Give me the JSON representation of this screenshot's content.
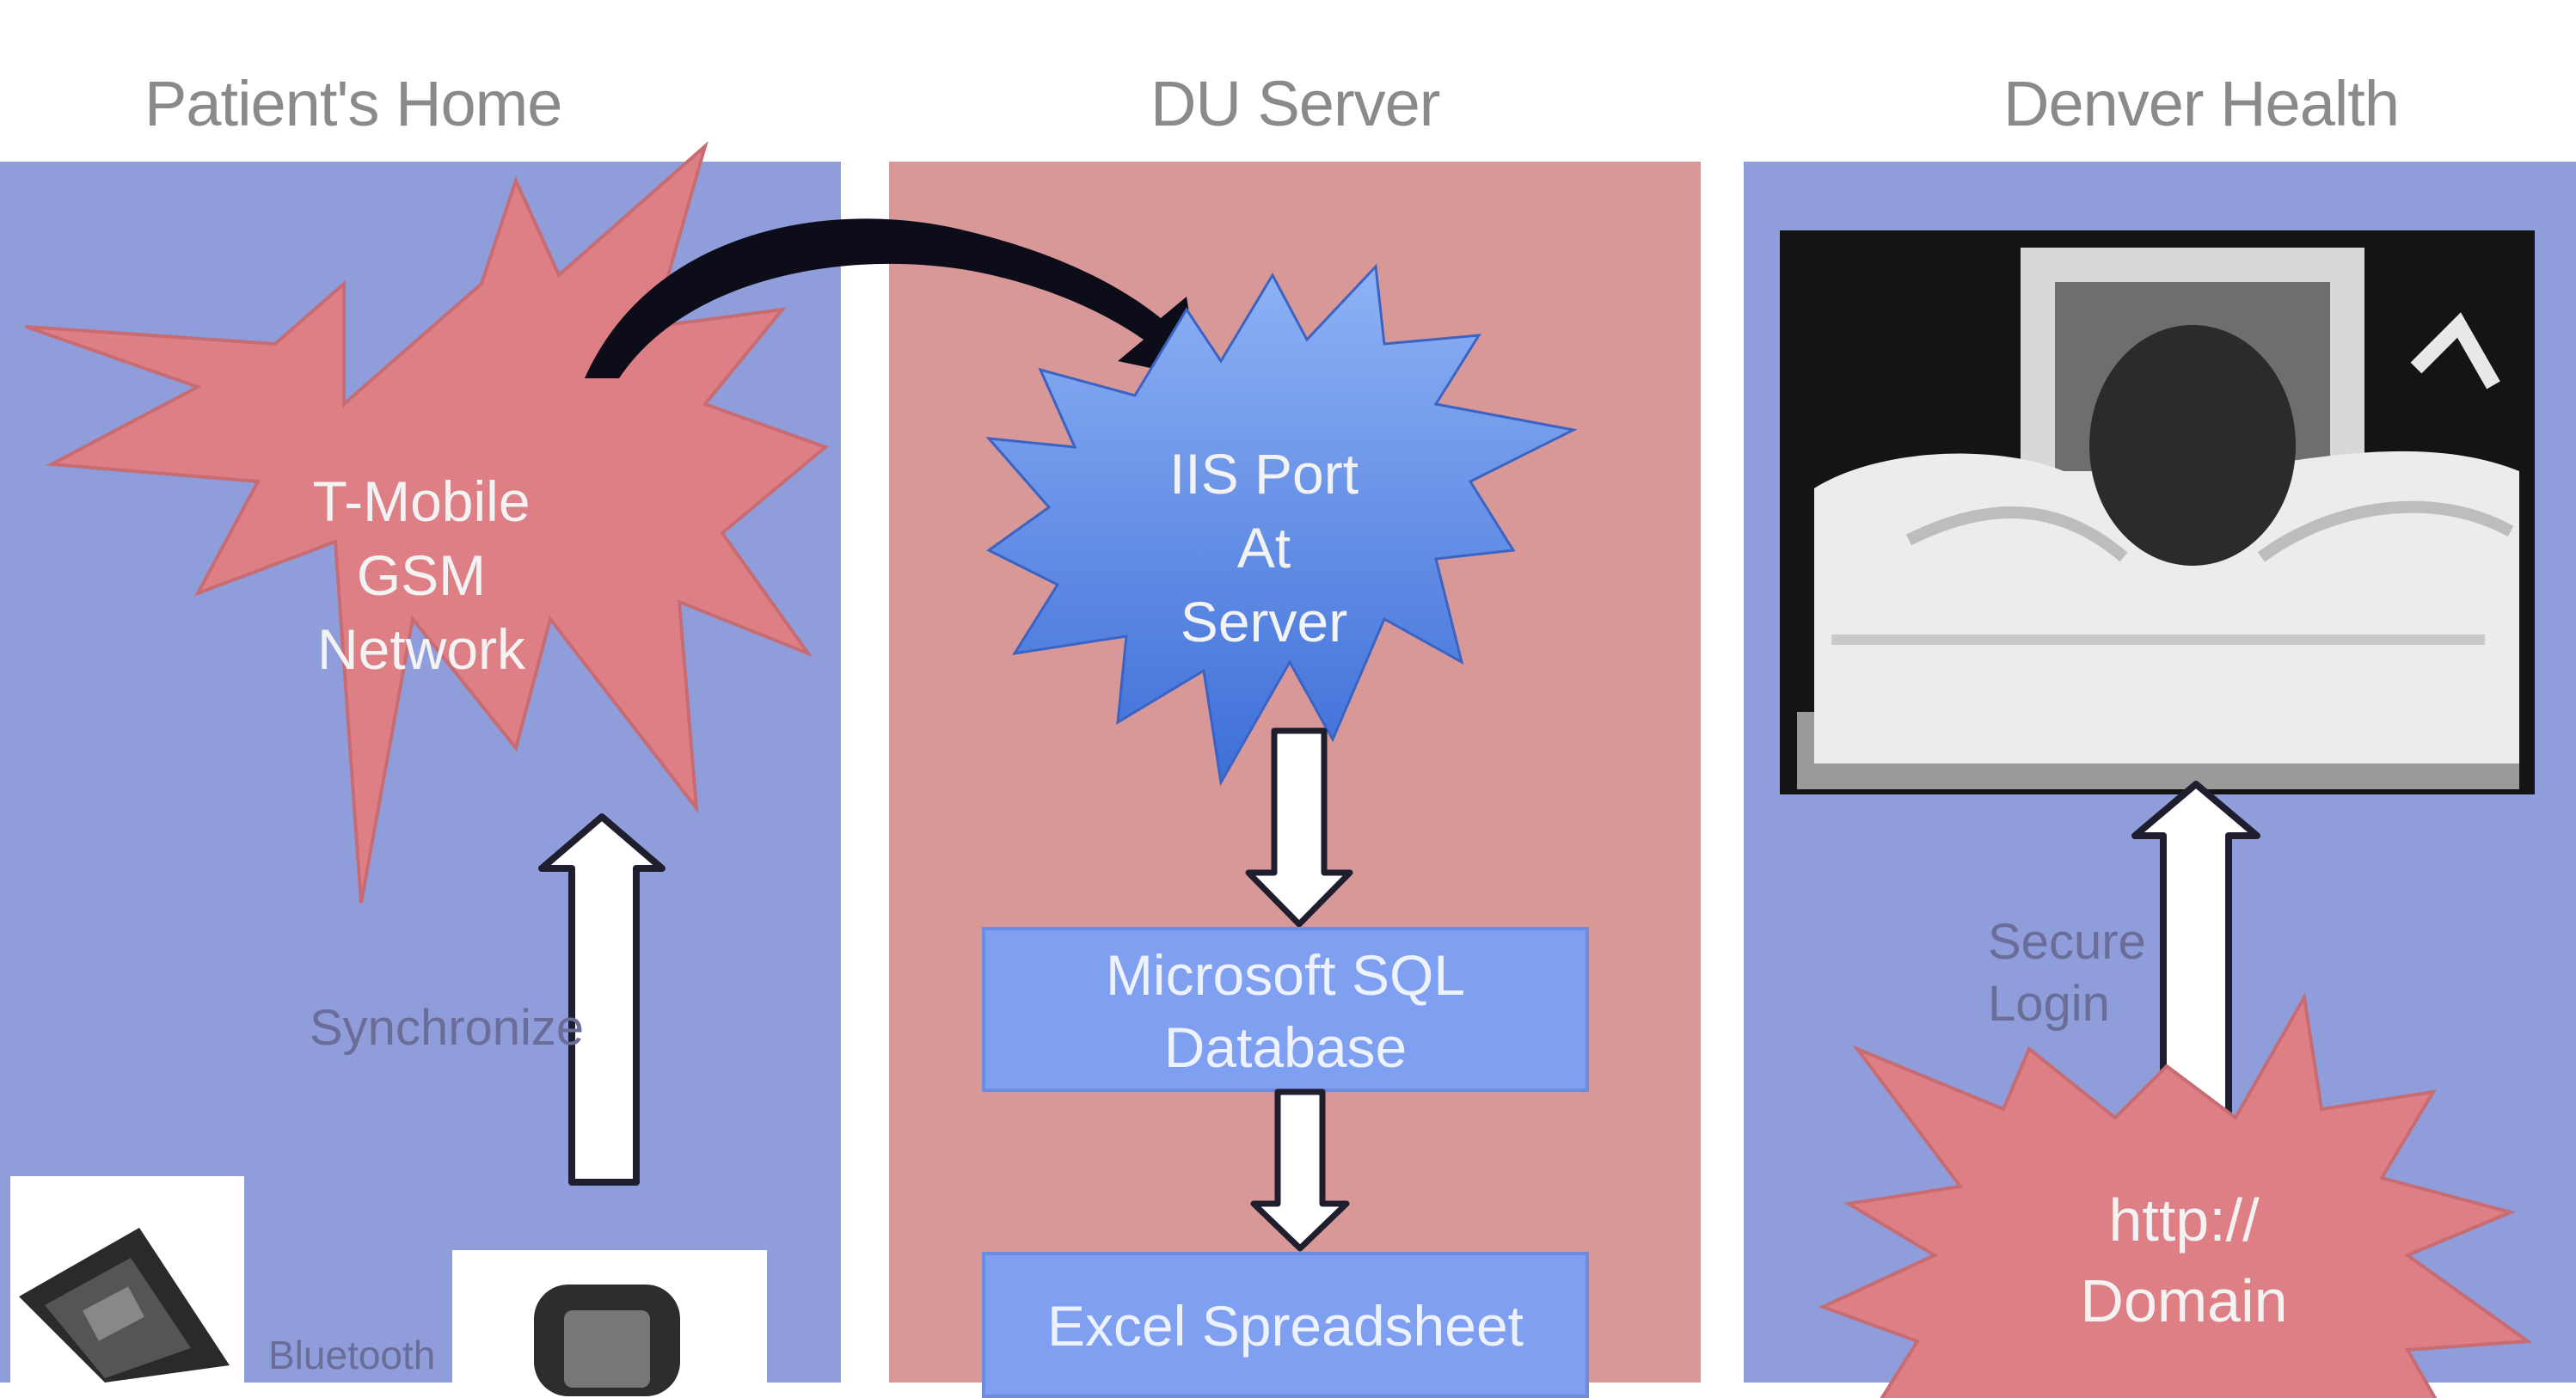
{
  "columns": {
    "home": {
      "title": "Patient's Home"
    },
    "server": {
      "title": "DU Server"
    },
    "health": {
      "title": "Denver Health"
    }
  },
  "home": {
    "network_line1": "T-Mobile",
    "network_line2": "GSM",
    "network_line3": "Network",
    "sync_label": "Synchronize",
    "bluetooth_label": "Bluetooth"
  },
  "server": {
    "iis_line1": "IIS Port",
    "iis_line2": "At",
    "iis_line3": "Server",
    "db_line1": "Microsoft SQL",
    "db_line2": "Database",
    "excel_line1": "Excel Spreadsheet"
  },
  "health": {
    "login_line1": "Secure",
    "login_line2": "Login",
    "domain_line1": "http://",
    "domain_line2": "Domain"
  },
  "colors": {
    "panel_blue": "#8f9ddb",
    "panel_pink": "#d89898",
    "burst_red": "#de7f86",
    "burst_blue": "#5f8ae6",
    "box_blue": "#7f9ff0"
  }
}
